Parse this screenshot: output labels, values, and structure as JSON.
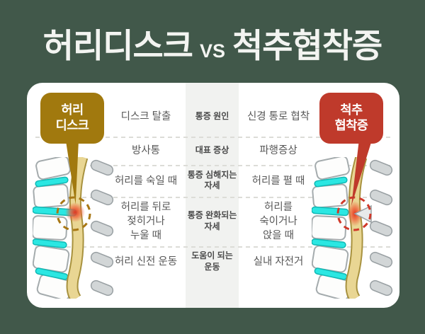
{
  "title": {
    "left": "허리디스크",
    "vs": "VS",
    "right": "척추협착증"
  },
  "labels": {
    "left_bubble": "허리\n디스크",
    "right_bubble": "척추\n협착증"
  },
  "table": {
    "rows": [
      {
        "left": "디스크 탈출",
        "center": "통증 원인",
        "right": "신경 통로 협착"
      },
      {
        "left": "방사통",
        "center": "대표 증상",
        "right": "파행증상"
      },
      {
        "left": "허리를 숙일 때",
        "center": "통증 심해지는\n자세",
        "right": "허리를 펼 때"
      },
      {
        "left": "허리를 뒤로\n젖히거나\n누울 때",
        "center": "통증 완화되는\n자세",
        "right": "허리를\n숙이거나\n앉을 때"
      },
      {
        "left": "허리 신전 운동",
        "center": "도움이 되는\n운동",
        "right": "실내 자전거"
      }
    ]
  },
  "colors": {
    "background": "#41584A",
    "card": "#FFFFFF",
    "center_column": "#F1F2F0",
    "disc_label_bubble": "#A1790E",
    "stenosis_label_bubble": "#BF3A2B",
    "disc_cyan": "#2BE7E2",
    "spinal_canal": "#E9D693",
    "highlight_red": "#E8392B",
    "title_text": "#F3F4F1"
  }
}
